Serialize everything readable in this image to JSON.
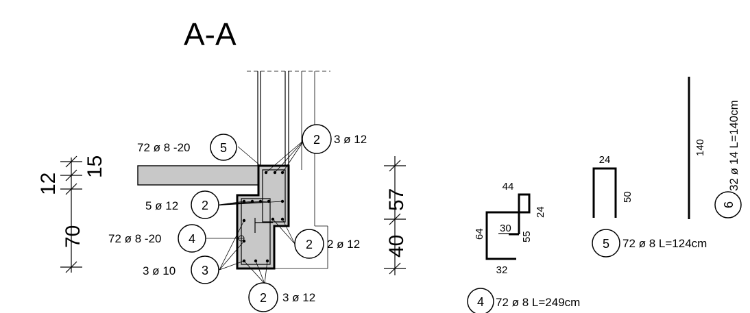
{
  "section_title": "A-A",
  "left_dims": {
    "d12": "12",
    "d15": "15",
    "d70": "70"
  },
  "right_dims": {
    "d40": "40",
    "d57": "57"
  },
  "callouts": [
    {
      "mark": "5",
      "text": "72 ø 8 -20",
      "side": "left"
    },
    {
      "mark": "2",
      "text": "3 ø 12",
      "side": "right"
    },
    {
      "mark": "2",
      "text": "5 ø 12",
      "side": "left"
    },
    {
      "mark": "4",
      "text": "72 ø 8 -20",
      "side": "left"
    },
    {
      "mark": "2",
      "text": "2 ø 12",
      "side": "right"
    },
    {
      "mark": "3",
      "text": "3 ø 10",
      "side": "left"
    },
    {
      "mark": "2",
      "text": "3 ø 12",
      "side": "right"
    }
  ],
  "bending": {
    "bar4": {
      "dims": [
        "44",
        "24",
        "64",
        "30",
        "55",
        "32"
      ],
      "mark": "4",
      "label": "72 ø 8 L=249cm"
    },
    "bar5": {
      "dims": [
        "24",
        "50"
      ],
      "mark": "5",
      "label": "72 ø 8 L=124cm"
    },
    "bar6": {
      "dims": [
        "140"
      ],
      "mark": "6",
      "label": "32 ø 14 L=140cm"
    }
  }
}
